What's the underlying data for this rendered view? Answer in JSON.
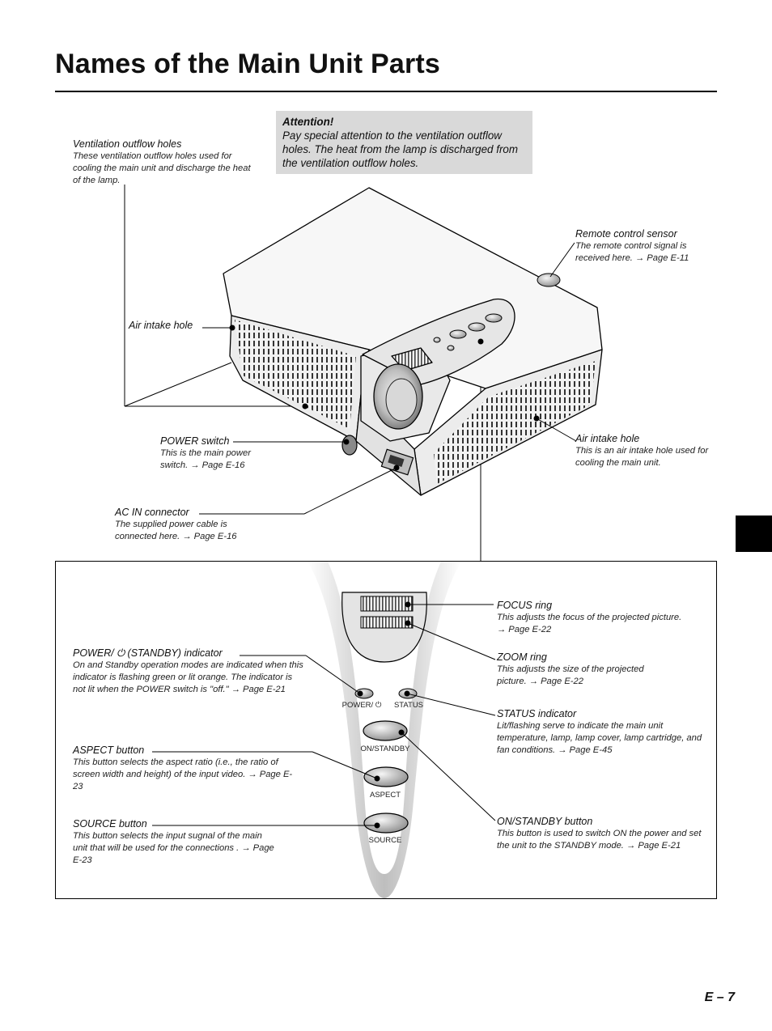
{
  "title": "Names of the Main Unit Parts",
  "attention": {
    "heading": "Attention!",
    "text": "Pay special attention to the ventilation outflow holes. The heat from the lamp is discharged from the ventilation outflow holes."
  },
  "labels": {
    "ventilation": {
      "heading": "Ventilation outflow holes",
      "desc": "These ventilation outflow holes used for cooling the main unit and discharge the heat of the lamp."
    },
    "remote_sensor": {
      "heading": "Remote control sensor",
      "desc": "The remote control signal is received here. → Page E-11"
    },
    "air_intake_left": {
      "heading": "Air intake hole"
    },
    "air_intake_right": {
      "heading": "Air intake hole",
      "desc": "This is an air intake hole used for cooling the main unit."
    },
    "power_switch": {
      "heading": "POWER switch",
      "desc": "This is the main power switch. → Page E-16"
    },
    "ac_in": {
      "heading": "AC IN connector",
      "desc": "The supplied power cable is connected here. → Page E-16"
    },
    "focus": {
      "heading": "FOCUS ring",
      "desc": "This adjusts the focus of the projected picture. → Page E-22"
    },
    "zoom": {
      "heading": "ZOOM ring",
      "desc": "This adjusts the size of the projected picture. → Page E-22"
    },
    "power_indicator": {
      "heading": "POWER/ ⏻ (STANDBY) indicator",
      "desc": "On and Standby operation modes are indicated when this indicator is flashing green or lit orange. The indicator is not lit when the POWER switch is \"off.\" → Page E-21"
    },
    "status": {
      "heading": "STATUS indicator",
      "desc": "Lit/flashing serve to indicate the main unit temperature, lamp, lamp cover, lamp cartridge, and fan conditions. → Page E-45"
    },
    "aspect": {
      "heading": "ASPECT button",
      "desc": "This button selects the aspect ratio (i.e., the ratio of screen width and height) of the input video. → Page E-23"
    },
    "source": {
      "heading": "SOURCE button",
      "desc": "This button selects the input sugnal of the main unit that will be used for the connections . → Page E-23"
    },
    "on_standby": {
      "heading": "ON/STANDBY button",
      "desc": "This button is used to switch ON the power and set the unit to the STANDBY mode. → Page E-21"
    }
  },
  "controls": {
    "power_label": "POWER/ ⏻",
    "status_label": "STATUS",
    "on_standby_label": "ON/STANDBY",
    "aspect_label": "ASPECT",
    "source_label": "SOURCE"
  },
  "page_number": "E – 7"
}
